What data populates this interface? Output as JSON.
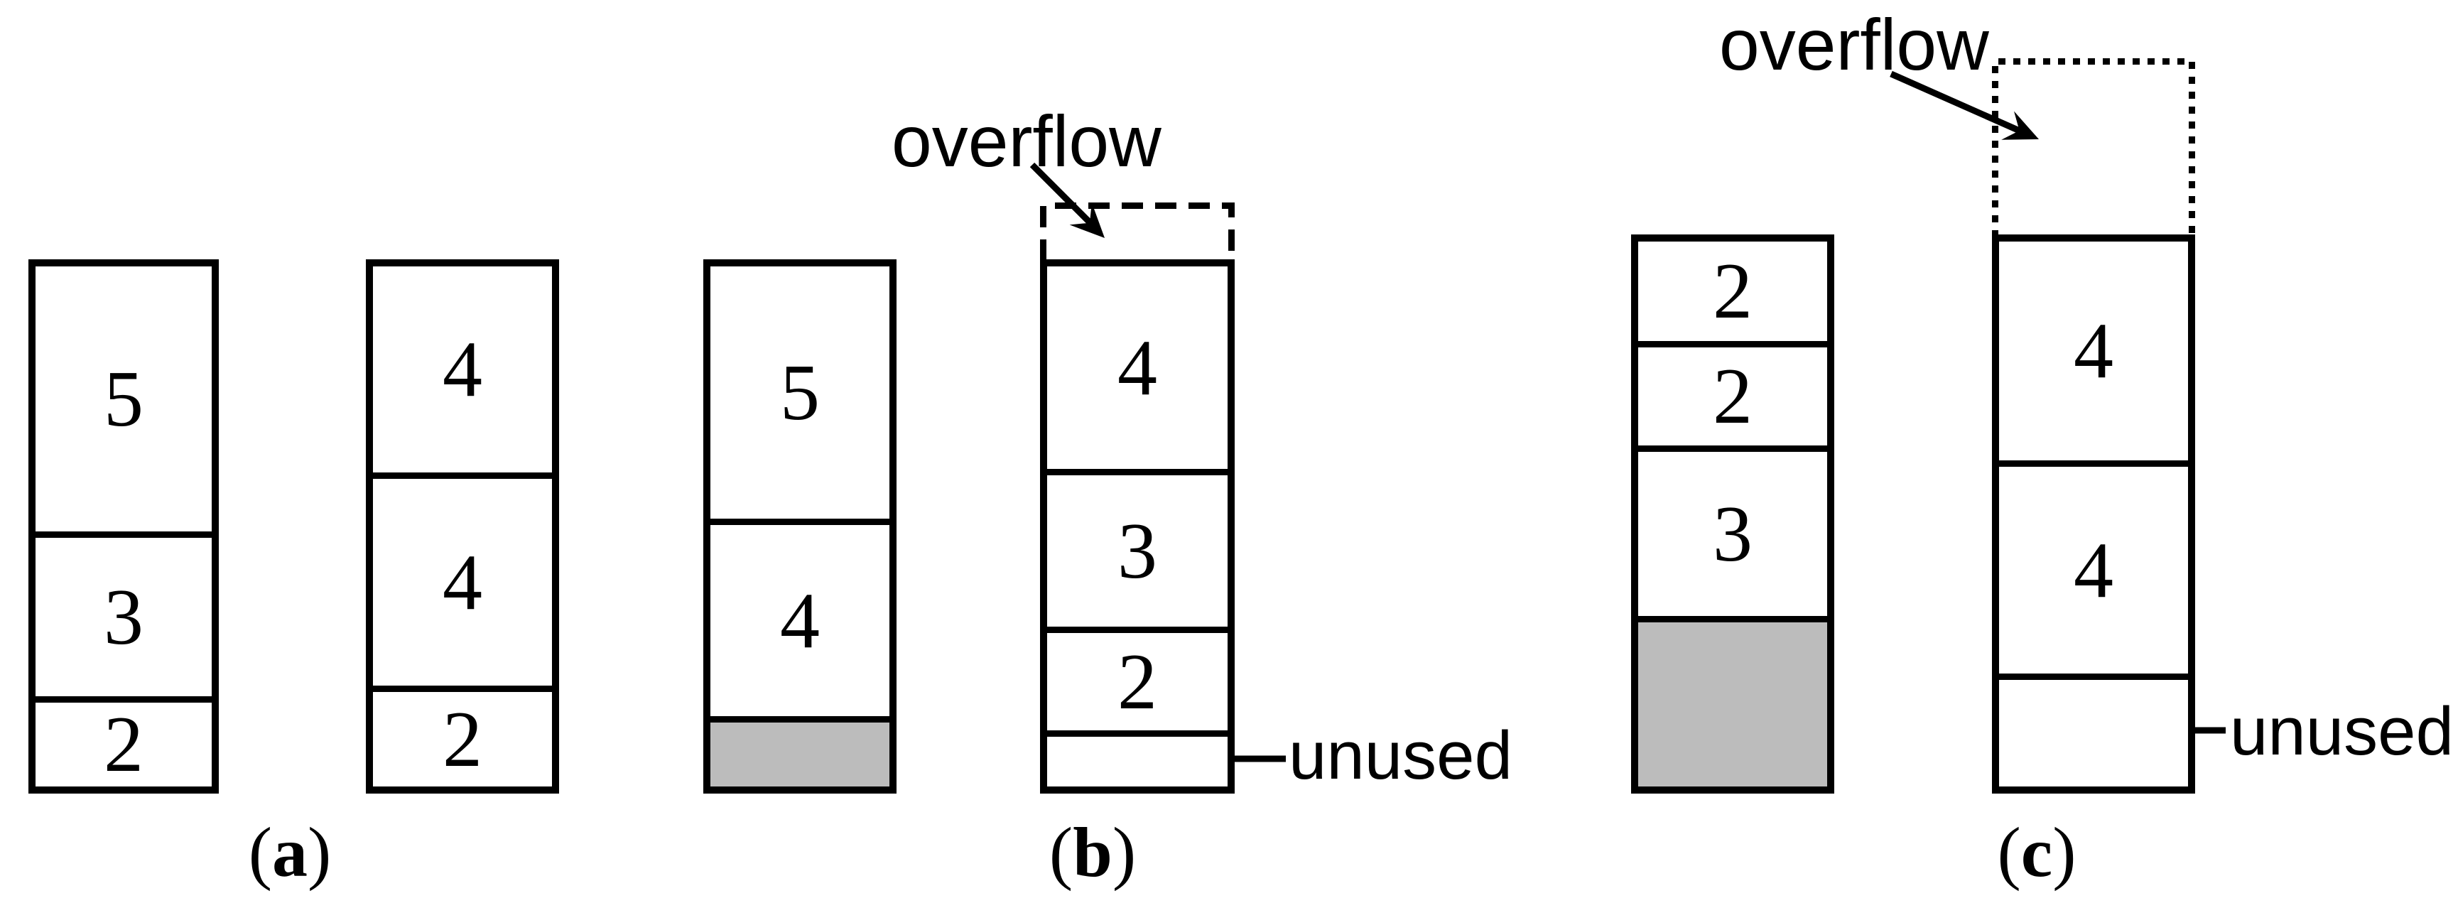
{
  "bins": {
    "a1": {
      "segments": [
        {
          "value": "5"
        },
        {
          "value": "3"
        },
        {
          "value": "2"
        }
      ]
    },
    "a2": {
      "segments": [
        {
          "value": "4"
        },
        {
          "value": "4"
        },
        {
          "value": "2"
        }
      ]
    },
    "b1": {
      "segments": [
        {
          "value": "5"
        },
        {
          "value": "4"
        },
        {
          "value": "",
          "fill": "gray"
        }
      ]
    },
    "b2": {
      "segments": [
        {
          "value": "4"
        },
        {
          "value": "3"
        },
        {
          "value": "2"
        },
        {
          "value": "",
          "role": "unused"
        }
      ]
    },
    "c1": {
      "segments": [
        {
          "value": "2"
        },
        {
          "value": "2"
        },
        {
          "value": "3"
        },
        {
          "value": "",
          "fill": "gray"
        }
      ]
    },
    "c2": {
      "segments": [
        {
          "value": "4"
        },
        {
          "value": "4"
        },
        {
          "value": "",
          "role": "unused"
        }
      ]
    }
  },
  "annotations": {
    "overflow_b": "overflow",
    "overflow_c": "overflow",
    "unused_b": "unused",
    "unused_c": "unused"
  },
  "captions": {
    "a": {
      "open": "(",
      "letter": "a",
      "close": ")"
    },
    "b": {
      "open": "(",
      "letter": "b",
      "close": ")"
    },
    "c": {
      "open": "(",
      "letter": "c",
      "close": ")"
    }
  },
  "colors": {
    "line": "#000000",
    "gray_fill": "#bcbcbc",
    "background": "#ffffff"
  }
}
